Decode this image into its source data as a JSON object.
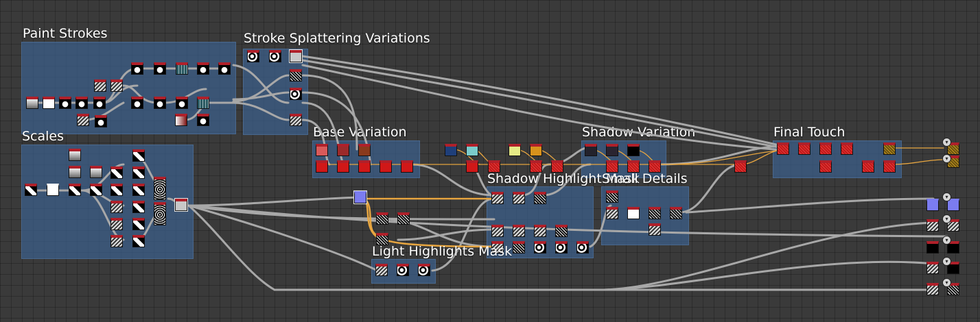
{
  "frames": [
    {
      "id": "paint-strokes",
      "title": "Paint Strokes"
    },
    {
      "id": "stroke-splattering",
      "title": "Stroke Splattering Variations"
    },
    {
      "id": "scales",
      "title": "Scales"
    },
    {
      "id": "base-variation",
      "title": "Base Variation"
    },
    {
      "id": "shadow-variation",
      "title": "Shadow Variation"
    },
    {
      "id": "final-touch",
      "title": "Final Touch"
    },
    {
      "id": "shadow-highlight-mask",
      "title": "Shadow Highlight Mask"
    },
    {
      "id": "small-details",
      "title": "Small Details"
    },
    {
      "id": "light-highlights-mask",
      "title": "Light Highlights Mask"
    }
  ],
  "icons": {
    "graph-node": "graph-node-icon",
    "output-node": "output-node-icon"
  },
  "colors": {
    "background": "#3a3a3a",
    "frame": "#3c5f8c",
    "wire": "#a8a8a8",
    "wire_highlight": "#e8a640",
    "node_header": "#b0202a"
  }
}
